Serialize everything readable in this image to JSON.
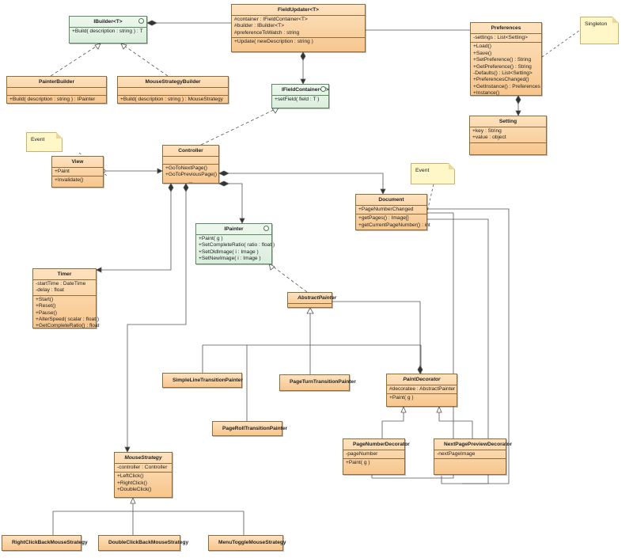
{
  "notes": {
    "event_view": "Event",
    "event_document": "Event",
    "singleton": "Singleton"
  },
  "ibuilder": {
    "name": "IBuilder<T>",
    "ops": [
      "+Build( description : string ) : T"
    ]
  },
  "painter_builder": {
    "name": "PainterBuilder",
    "ops": [
      "+Build( description : string ) : IPainter"
    ]
  },
  "mouse_strategy_builder": {
    "name": "MouseStrategyBuilder",
    "ops": [
      "+Build( description : string ) : MouseStrategy"
    ]
  },
  "field_updater": {
    "name": "FieldUpdater<T>",
    "attrs": [
      "#container : IFieldContainer<T>",
      "#builder : IBuilder<T>",
      "#preferenceToWatch : string"
    ],
    "ops": [
      "+Update( newDescription : string )"
    ]
  },
  "preferences": {
    "name": "Preferences",
    "attrs": [
      "-settings : List<Setting>"
    ],
    "ops": [
      "+Load()",
      "+Save()",
      "+SetPreference() : String",
      "+GetPreference() : String",
      "-Defaults() : List<Setting>",
      "+PreferencesChanged()",
      "+GetInstance() : Preferences",
      "+Instance()"
    ]
  },
  "ifield_container": {
    "name": "IFieldContainer<T>",
    "ops": [
      "+setField( field : T )"
    ]
  },
  "setting": {
    "name": "Setting",
    "attrs": [
      "+key : String",
      "+value : object"
    ]
  },
  "view": {
    "name": "View",
    "attrs": [
      "+Paint"
    ],
    "ops": [
      "+Invalidate()"
    ]
  },
  "controller": {
    "name": "Controller",
    "ops": [
      "+GoToNextPage()",
      "+GoToPreviousPage()",
      "..."
    ]
  },
  "document": {
    "name": "Document",
    "attrs": [
      "+PageNumberChanged"
    ],
    "ops": [
      "+getPages() : Image[]",
      "+getCurrentPageNumber() : int"
    ]
  },
  "ipainter": {
    "name": "IPainter",
    "ops": [
      "+Paint( g )",
      "+SetCompleteRatio( ratio : float )",
      "+SetOldImage( i : Image )",
      "+SetNewImage( i : Image )"
    ]
  },
  "timer": {
    "name": "Timer",
    "attrs": [
      "-startTime : DateTime",
      "-delay : float"
    ],
    "ops": [
      "+Start()",
      "+Reset()",
      "+Pause()",
      "+AlterSpeed( scalar : float )",
      "+GetCompleteRatio() : float"
    ]
  },
  "abstract_painter": {
    "name": "AbstractPainter"
  },
  "simple_line": {
    "name": "SimpleLineTransitionPainter"
  },
  "page_turn": {
    "name": "PageTurnTransitionPainter"
  },
  "page_roll": {
    "name": "PageRollTransitionPainter"
  },
  "paint_decorator": {
    "name": "PaintDecorator",
    "attrs": [
      "#decoratee : AbstractPainter"
    ],
    "ops": [
      "+Paint( g )"
    ]
  },
  "page_number_decorator": {
    "name": "PageNumberDecorator",
    "attrs": [
      "-pageNumber"
    ],
    "ops": [
      "+Paint( g )"
    ]
  },
  "next_page_preview": {
    "name": "NextPagePreviewDecorator",
    "attrs": [
      "-nextPageImage"
    ],
    "ops": []
  },
  "mouse_strategy": {
    "name": "MouseStrategy",
    "attrs": [
      "-controller : Controller"
    ],
    "ops": [
      "+LeftClick()",
      "+RightClick()",
      "+DoubleClick()"
    ]
  },
  "right_click": {
    "name": "RightClickBackMouseStrategy"
  },
  "double_click": {
    "name": "DoubleClickBackMouseStrategy"
  },
  "menu_toggle": {
    "name": "MenuToggleMouseStrategy"
  }
}
